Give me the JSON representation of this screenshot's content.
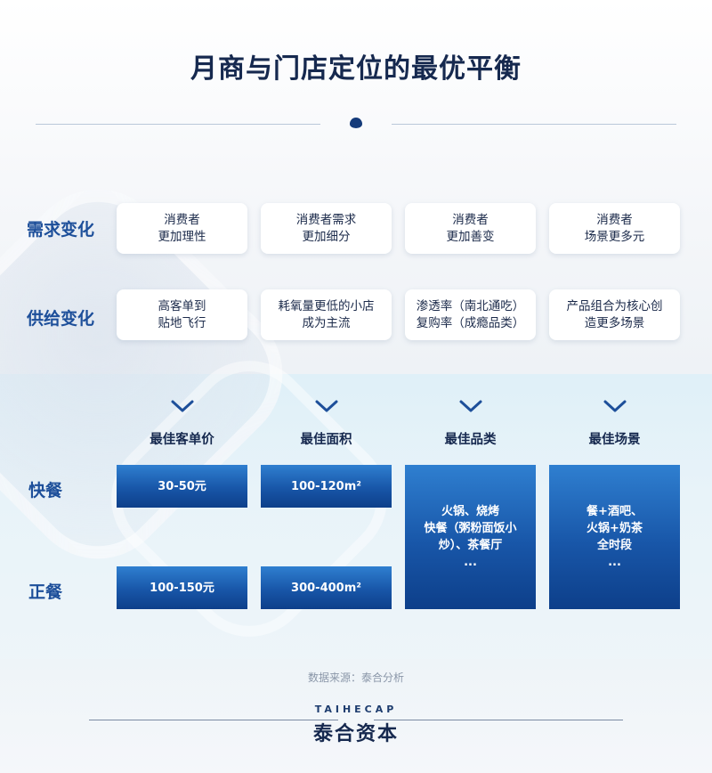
{
  "title": "月商与门店定位的最优平衡",
  "rows": {
    "demand_label": "需求变化",
    "supply_label": "供给变化"
  },
  "demand_cards": [
    {
      "line1": "消费者",
      "line2": "更加理性"
    },
    {
      "line1": "消费者需求",
      "line2": "更加细分"
    },
    {
      "line1": "消费者",
      "line2": "更加善变"
    },
    {
      "line1": "消费者",
      "line2": "场景更多元"
    }
  ],
  "supply_cards": [
    {
      "line1": "高客单到",
      "line2": "贴地飞行"
    },
    {
      "line1": "耗氧量更低的小店",
      "line2": "成为主流"
    },
    {
      "line1": "渗透率（南北通吃）",
      "line2": "复购率（成瘾品类）"
    },
    {
      "line1": "产品组合为核心创",
      "line2": "造更多场景"
    }
  ],
  "columns": [
    "最佳客单价",
    "最佳面积",
    "最佳品类",
    "最佳场景"
  ],
  "side_labels": {
    "fast": "快餐",
    "formal": "正餐"
  },
  "values": {
    "fast_price": "30-50元",
    "fast_area": "100-120m²",
    "formal_price": "100-150元",
    "formal_area": "300-400m²",
    "category": [
      "火锅、烧烤",
      "快餐（粥粉面饭小",
      "炒）、茶餐厅",
      "..."
    ],
    "scene": [
      "餐+酒吧、",
      "火锅+奶茶",
      "全时段",
      "..."
    ]
  },
  "source": "数据来源：泰合分析",
  "logo": {
    "en": "TAIHECAP",
    "cn": "泰合资本"
  },
  "icons": {
    "chevron": "chevron-down-icon",
    "divider_mark": "diamond-icon"
  },
  "colors": {
    "accent": "#1d4f9a",
    "box_top": "#2f7fd0",
    "box_bottom": "#0d3f8a",
    "title": "#16294f"
  }
}
